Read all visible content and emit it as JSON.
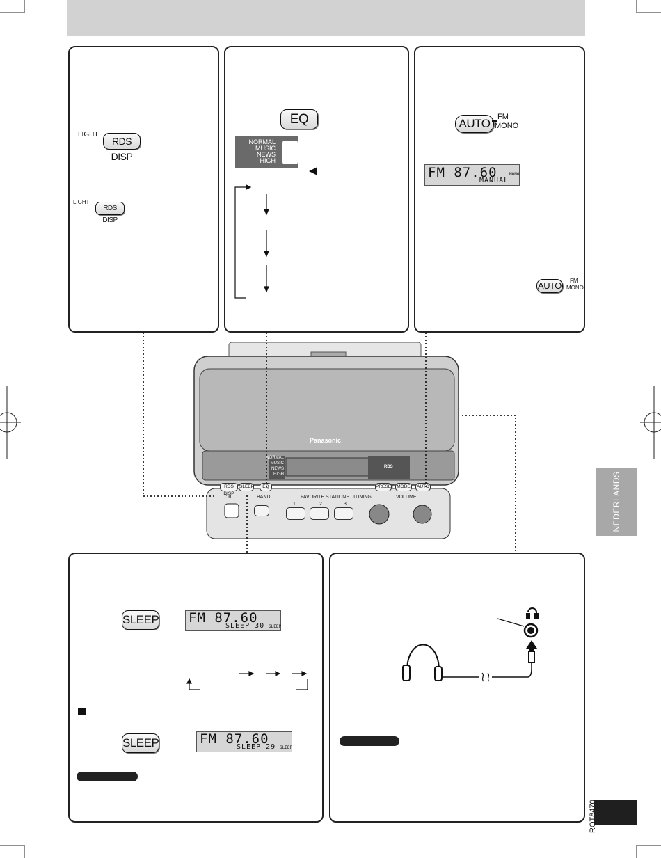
{
  "panels": {
    "rds": {
      "light_label_large": "LIGHT",
      "rds_button_large": "RDS DISP",
      "light_label_small": "LIGHT",
      "rds_button_small": "RDS DISP"
    },
    "eq": {
      "eq_button": "EQ",
      "modes": [
        "NORMAL",
        "MUSIC",
        "NEWS",
        "HIGH"
      ]
    },
    "fm": {
      "auto_button": "AUTO",
      "fm_label": "FM",
      "mono_label": "MONO",
      "lcd_freq": "FM  87.60",
      "lcd_sub": "MANUAL",
      "lcd_indicator": "MONO",
      "auto_button_small": "AUTO",
      "fm_label_small": "FM",
      "mono_label_small": "MONO"
    },
    "sleep": {
      "sleep_button": "SLEEP",
      "lcd1_freq": "FM  87.60",
      "lcd1_sub": "SLEEP   30",
      "lcd1_indicator": "SLEEP",
      "sleep_button_2": "SLEEP",
      "lcd2_freq": "FM  87.60",
      "lcd2_sub": "SLEEP   29",
      "lcd2_indicator": "SLEEP"
    }
  },
  "device": {
    "brand": "Panasonic",
    "rds_logo": "RDS",
    "eq_modes": [
      "NORMAL",
      "MUSIC",
      "NEWS",
      "HIGH"
    ],
    "buttons": {
      "rds_disp": "RDS DISP",
      "sleep": "SLEEP",
      "eq": "EQ",
      "preset": "PRESET",
      "mode": "MODE",
      "auto": "AUTO",
      "power": "⏻/I",
      "band": "BAND",
      "favorite": "FAVORITE STATIONS",
      "fav1": "1",
      "fav2": "2",
      "fav3": "3",
      "tuning": "TUNING",
      "volume": "VOLUME"
    }
  },
  "side_tab": "NEDERLANDS",
  "doc_code": "RQT8470",
  "colors": {
    "banner": "#d2d2d2",
    "side_tab": "#a8a8a8",
    "page_box": "#1f1f1f"
  }
}
